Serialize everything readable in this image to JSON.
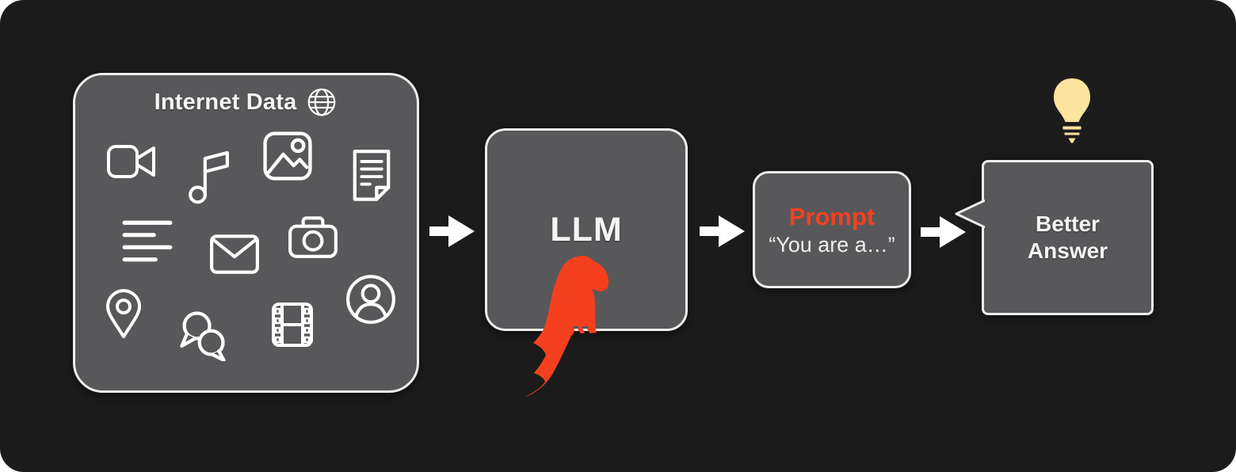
{
  "colors": {
    "background": "#1b1b1b",
    "panel_fill": "#58585a",
    "panel_border": "#ededed",
    "accent_red": "#f5401f",
    "bulb_yellow": "#fbe49e",
    "text_white": "#f4f4f4"
  },
  "internet_box": {
    "title": "Internet Data",
    "title_icon": "globe-icon",
    "icons": [
      "video-camera-icon",
      "music-note-icon",
      "image-icon",
      "document-icon",
      "text-lines-icon",
      "mail-icon",
      "camera-icon",
      "location-pin-icon",
      "chat-bubbles-icon",
      "film-icon",
      "user-icon"
    ]
  },
  "llm_box": {
    "label": "LLM",
    "mascot": "parrot-icon"
  },
  "prompt_box": {
    "title": "Prompt",
    "quote": "“You are a…”"
  },
  "answer_box": {
    "line1": "Better",
    "line2": "Answer",
    "idea_icon": "lightbulb-icon"
  },
  "arrows": [
    "flow-arrow-1",
    "flow-arrow-2",
    "flow-arrow-3"
  ]
}
